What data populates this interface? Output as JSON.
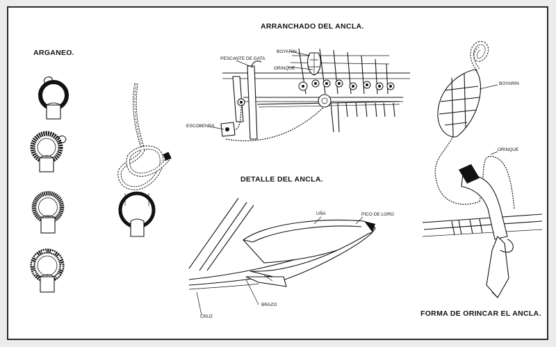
{
  "titles": {
    "arrancheo": "ARRANCHADO DEL ANCLA.",
    "arganeo": "ARGANEO.",
    "detalle": "DETALLE DEL ANCLA.",
    "forma": "FORMA DE ORINCAR EL ANCLA."
  },
  "labels": {
    "pescante": "PESCANTE DE GATA",
    "boyarin_top": "BOYARIN",
    "orinque_top": "ORINQUE",
    "escobenes": "ESCOBENES",
    "una": "UÑA",
    "pico": "PICO DE LORO",
    "brazo": "BRAZO",
    "cruz": "CRUZ",
    "boyarin_right": "BOYARIN",
    "orinque_right": "ORINQUE"
  }
}
